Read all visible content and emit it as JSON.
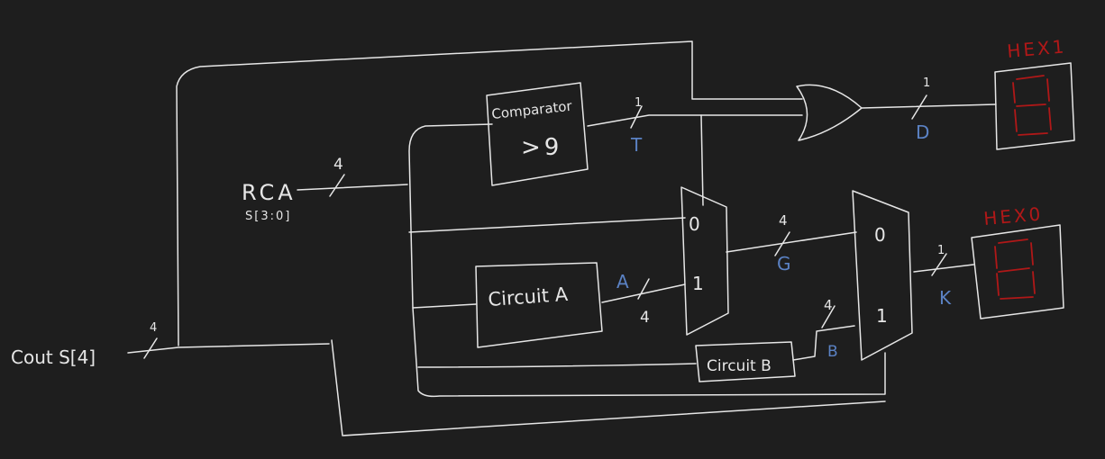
{
  "labels": {
    "hex1": "HEX1",
    "hex0": "HEX0",
    "comparator": "Comparator",
    "comparator_cond": ">9",
    "rca": "RCA",
    "rca_bus": "S[3:0]",
    "cout": "Cout S[4]",
    "circuit_a": "Circuit A",
    "circuit_b": "Circuit B",
    "mux1_in0": "0",
    "mux1_in1": "1",
    "mux2_in0": "0",
    "mux2_in1": "1"
  },
  "signals": {
    "t": "T",
    "d": "D",
    "g": "G",
    "a": "A",
    "b": "B",
    "k": "K"
  },
  "widths": {
    "t": "1",
    "d": "1",
    "rca": "4",
    "cout": "4",
    "g": "4",
    "a": "4",
    "b": "4",
    "k": "1"
  },
  "colors": {
    "background": "#1e1e1e",
    "ink": "#e6e6e6",
    "signal": "#5b82c4",
    "display": "#b01818"
  }
}
